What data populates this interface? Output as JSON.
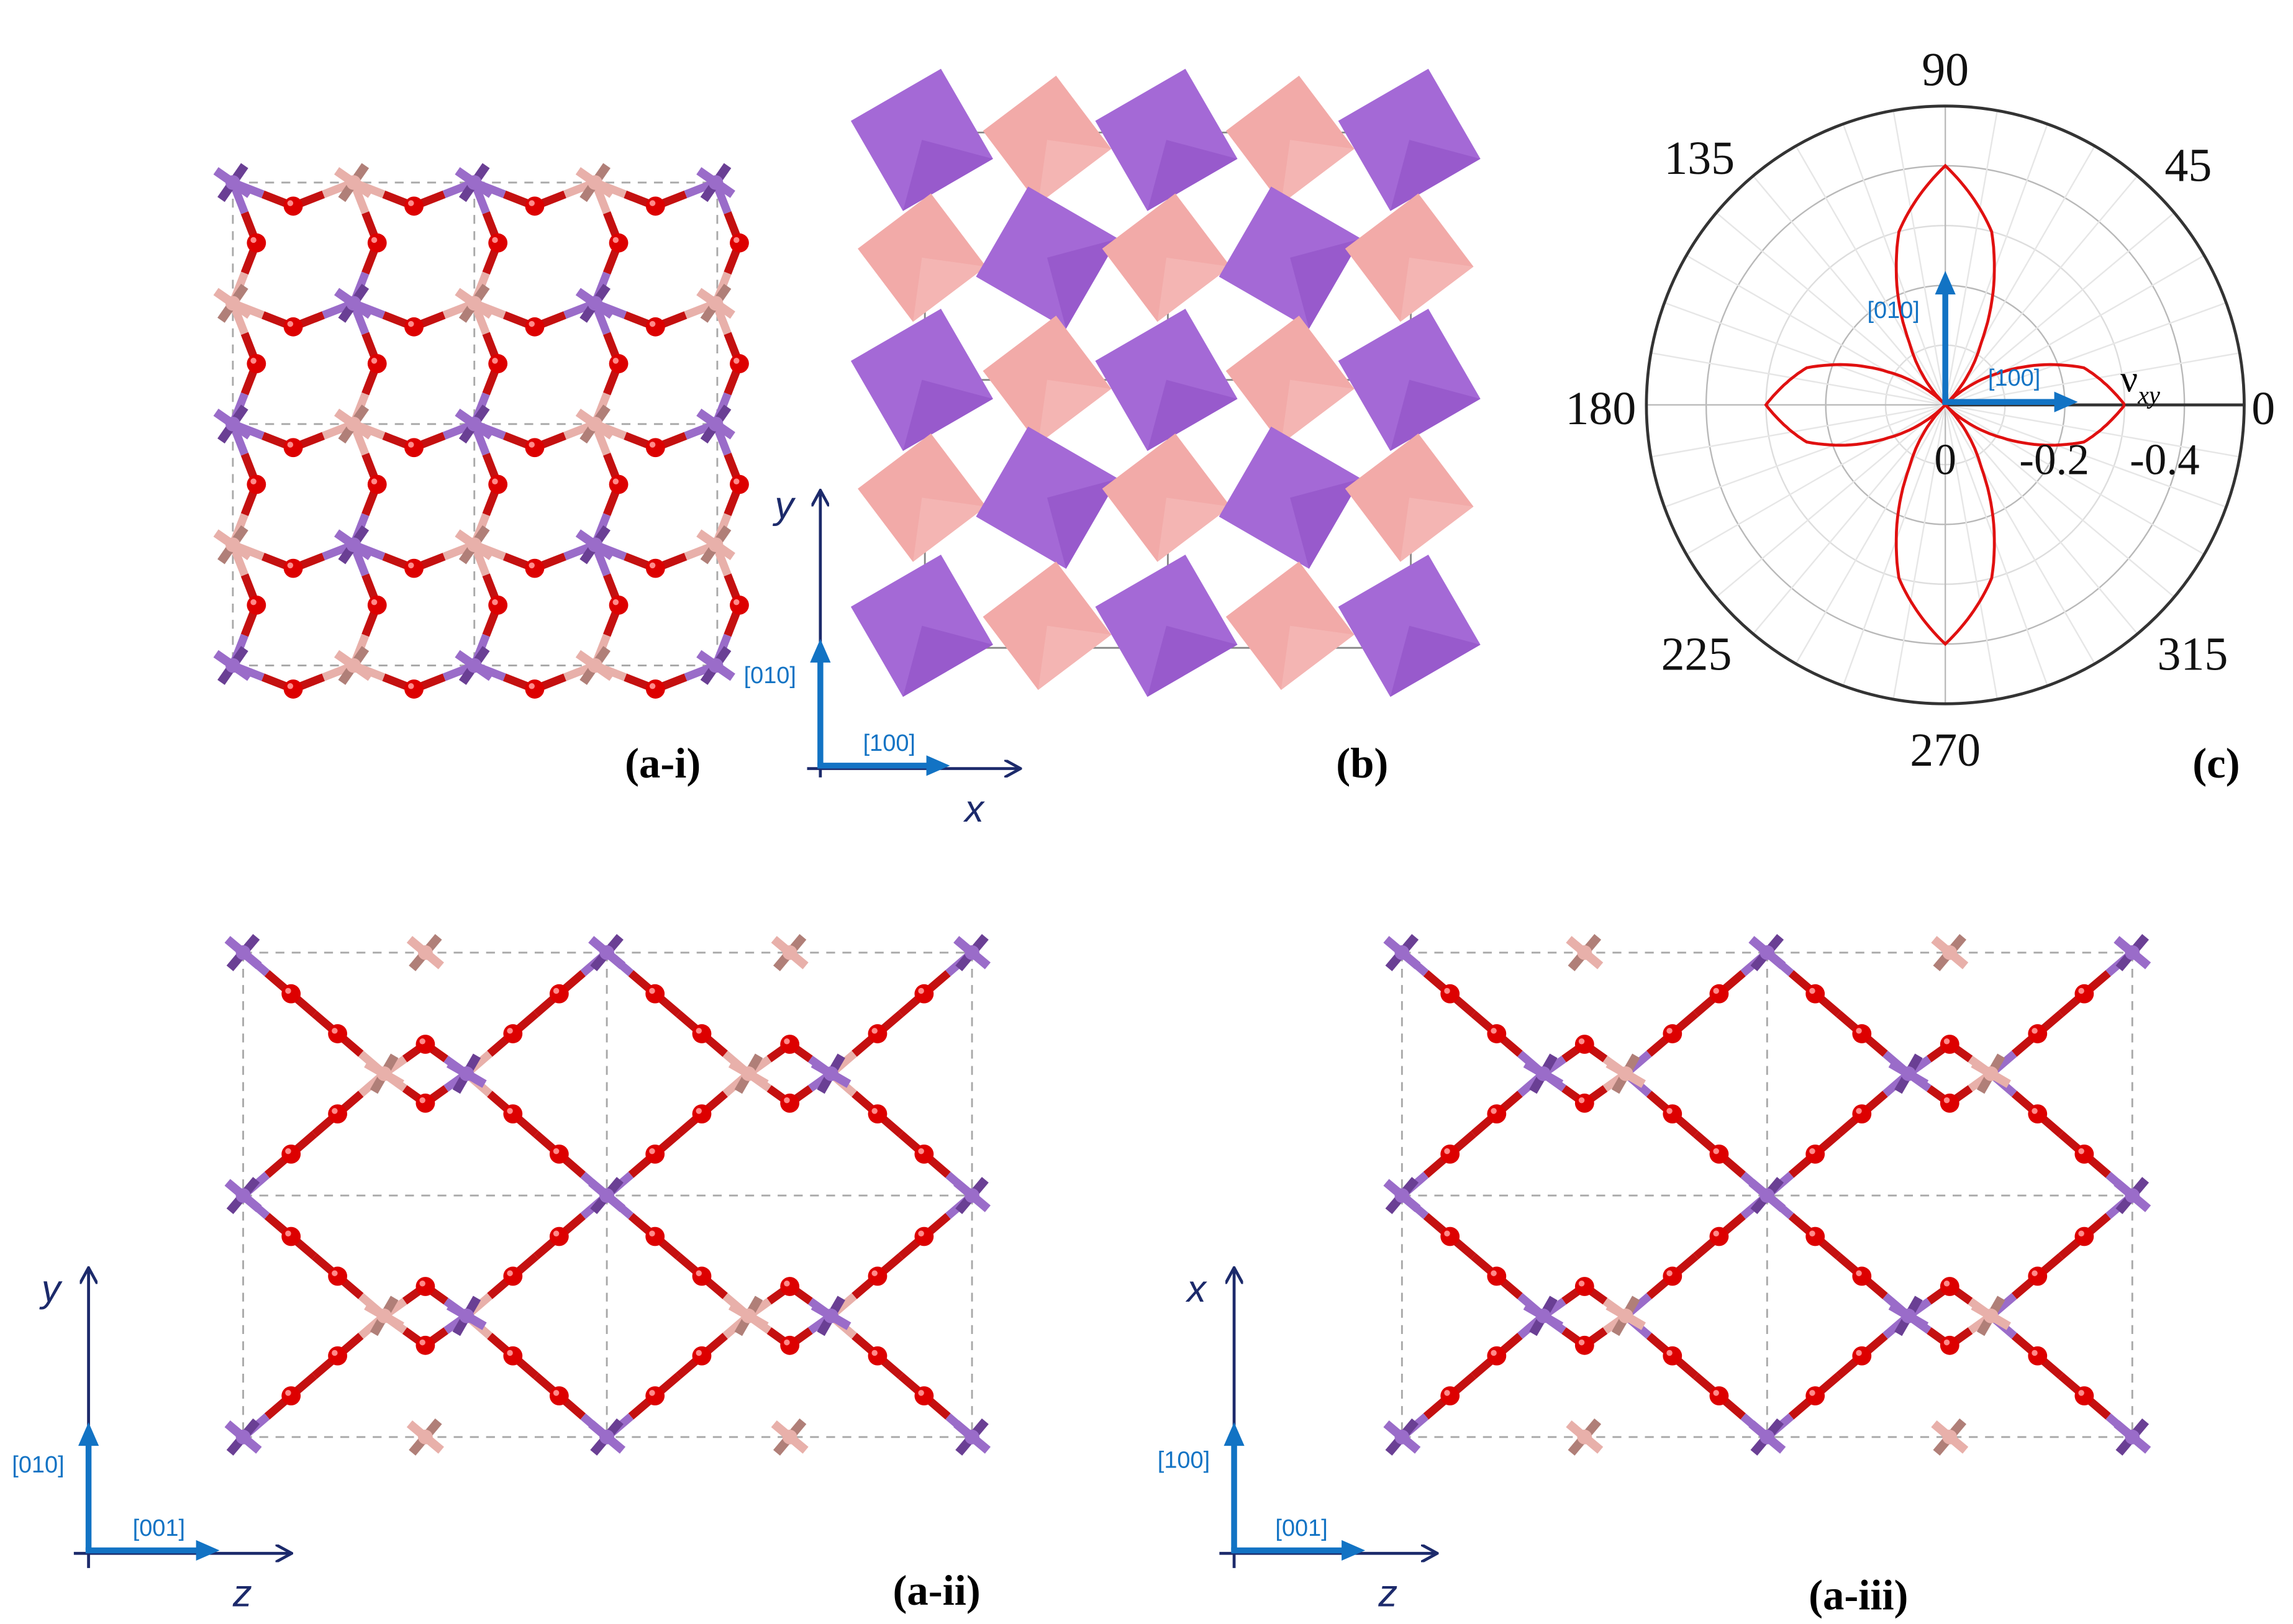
{
  "panels": {
    "a_i": {
      "label": "(a-i)"
    },
    "b": {
      "label": "(b)"
    },
    "c": {
      "label": "(c)"
    },
    "a_ii": {
      "label": "(a-ii)"
    },
    "a_iii": {
      "label": "(a-iii)"
    }
  },
  "axes": {
    "top": {
      "vertical_axis": "y",
      "horizontal_axis": "x",
      "vertical_dir": "[010]",
      "horizontal_dir": "[100]"
    },
    "a_ii": {
      "vertical_axis": "y",
      "horizontal_axis": "z",
      "vertical_dir": "[010]",
      "horizontal_dir": "[001]"
    },
    "a_iii": {
      "vertical_axis": "x",
      "horizontal_axis": "z",
      "vertical_dir": "[100]",
      "horizontal_dir": "[001]"
    }
  },
  "colors": {
    "oxygen": "#dd0000",
    "metal_a": "#9a6cc9",
    "metal_b": "#f0aaa6",
    "polyhedron_a": "#a469d6",
    "polyhedron_b": "#f2aaa8",
    "arrow_blue": "#1273c4",
    "axis_navy": "#1c2a6b",
    "polar_curve": "#e01010"
  },
  "chart_data": {
    "type": "polar",
    "series_label": "ν",
    "series_label_sub": "xy",
    "angle_ticks": [
      "0",
      "45",
      "90",
      "135",
      "180",
      "225",
      "270",
      "315"
    ],
    "radial_ticks": [
      "0",
      "-0.2",
      "-0.4"
    ],
    "radial_range": [
      0,
      -0.5
    ],
    "lattice_vectors": [
      "[010]",
      "[100]"
    ],
    "angles_deg": [
      0,
      15,
      30,
      45,
      60,
      75,
      90,
      105,
      120,
      135,
      150,
      165,
      180,
      195,
      210,
      225,
      240,
      255,
      270,
      285,
      300,
      315,
      330,
      345
    ],
    "values": [
      -0.3,
      -0.24,
      -0.11,
      0.0,
      -0.12,
      -0.3,
      -0.4,
      -0.3,
      -0.12,
      0.0,
      -0.11,
      -0.24,
      -0.3,
      -0.24,
      -0.11,
      0.0,
      -0.12,
      -0.3,
      -0.4,
      -0.3,
      -0.12,
      0.0,
      -0.11,
      -0.24
    ]
  }
}
